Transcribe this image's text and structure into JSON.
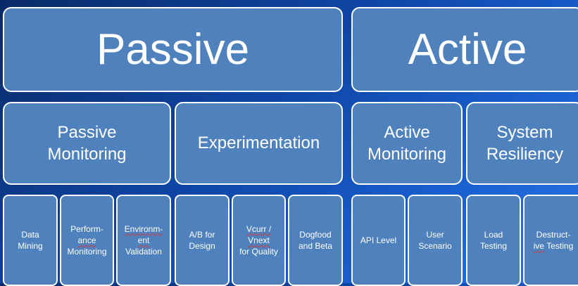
{
  "top": {
    "passive": "Passive",
    "active": "Active"
  },
  "middle": {
    "passive_monitoring": "Passive\nMonitoring",
    "experimentation": "Experimentation",
    "active_monitoring": "Active\nMonitoring",
    "system_resiliency": "System\nResiliency"
  },
  "bottom": {
    "data_mining": "Data\nMining",
    "performance_monitoring_1": "Perform-",
    "performance_monitoring_2": "ance",
    "performance_monitoring_3": "Monitoring",
    "environment_validation_1": "Environm-",
    "environment_validation_2": "ent",
    "environment_validation_3": "Validation",
    "ab_design": "A/B for\nDesign",
    "vcurr_1": "Vcurr /",
    "vcurr_2": "Vnext",
    "vcurr_3": "for Quality",
    "dogfood_beta": "Dogfood\nand Beta",
    "api_level": "API Level",
    "user_scenario": "User\nScenario",
    "load_testing": "Load\nTesting",
    "destructive_1": "Destruct-",
    "destructive_2": "ive",
    "destructive_3": "Testing"
  }
}
